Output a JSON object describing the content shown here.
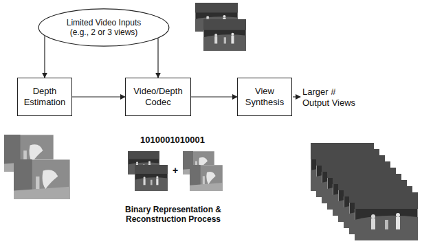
{
  "diagram": {
    "nodes": [
      {
        "text": [
          "Limited Video Inputs (e.g., 2 or 3 views)"
        ]
      },
      {
        "text": [
          "Depth Estimation"
        ]
      },
      {
        "text": [
          "Video/Depth Codec"
        ]
      },
      {
        "text": [
          "View Synthesis"
        ]
      }
    ],
    "edges": [
      {
        "from": 0,
        "to": 1,
        "arrow": "to"
      },
      {
        "from": 0,
        "to": 2,
        "arrow": "to"
      },
      {
        "from": 1,
        "to": 2,
        "arrow": "to"
      },
      {
        "from": 2,
        "to": 3,
        "arrow": "to"
      }
    ],
    "labels": [
      "Larger # Output Views",
      "1010001010001",
      "+",
      "Binary Representation & Reconstruction Process"
    ]
  }
}
